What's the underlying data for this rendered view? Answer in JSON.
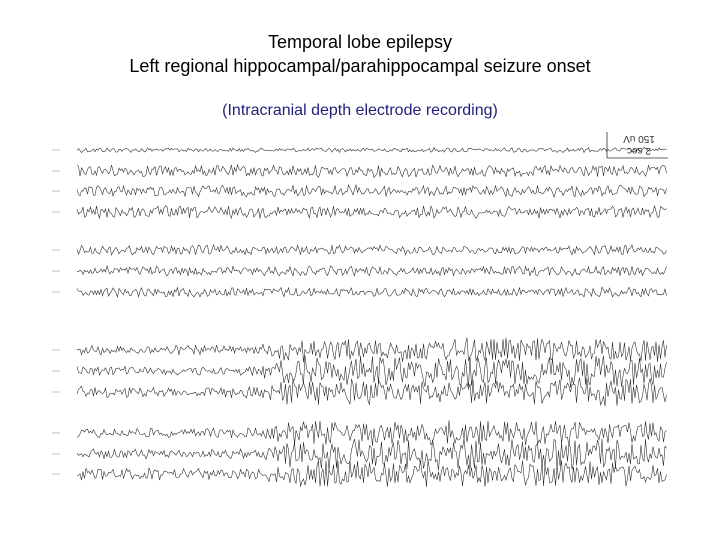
{
  "slide": {
    "title_line1": "Temporal lobe epilepsy",
    "title_line2": "Left regional hippocampal/parahippocampal seizure onset",
    "subtitle": "(Intracranial depth electrode recording)"
  },
  "recording": {
    "scale": {
      "time": "2 sec",
      "amplitude": "150 uV"
    },
    "colors": {
      "trace": "#222222",
      "title": "#000000",
      "subtitle": "#1f1f7a"
    }
  }
}
